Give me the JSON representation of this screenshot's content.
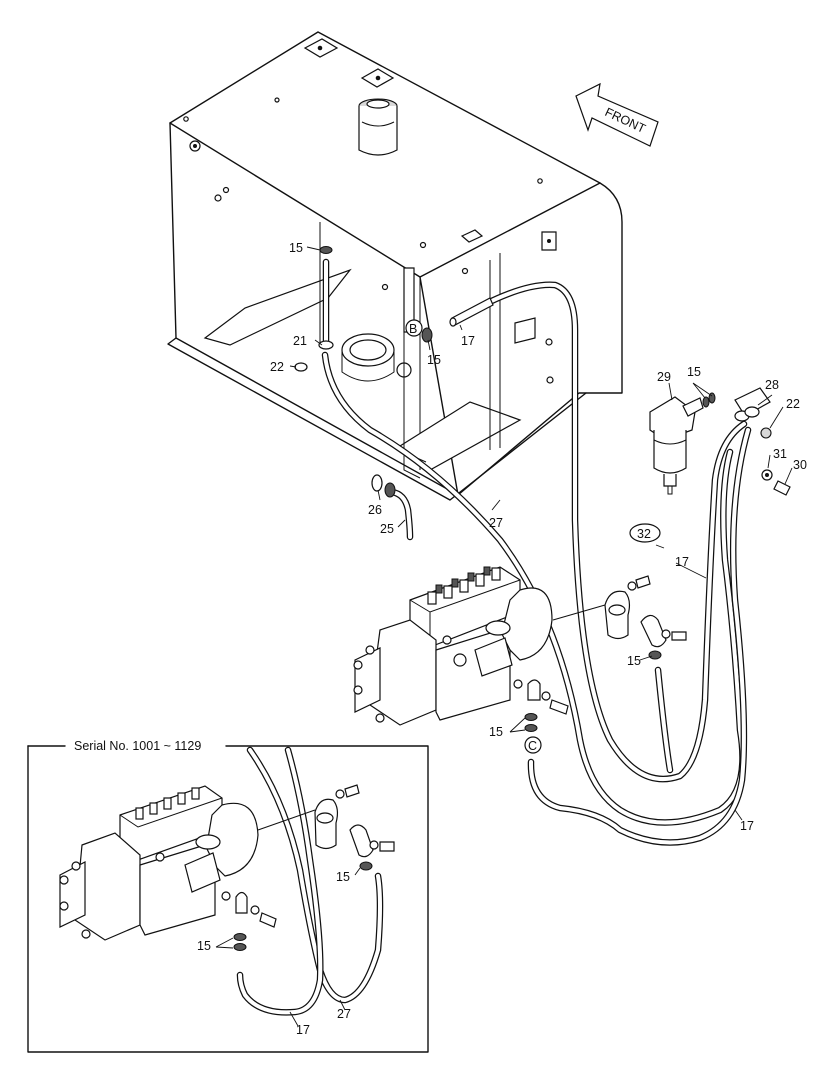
{
  "inset": {
    "title": "Serial No. 1001 ~ 1129"
  },
  "direction": {
    "label": "FRONT"
  },
  "callouts_circled": [
    "B",
    "C"
  ],
  "callout_oval": "32",
  "labels": {
    "l15a": "15",
    "l15b": "15",
    "l15c": "15",
    "l15d": "15",
    "l15e": "15",
    "l15f": "15",
    "l15g": "15",
    "l17a": "17",
    "l17b": "17",
    "l17c": "17",
    "l17d": "17",
    "l21": "21",
    "l22a": "22",
    "l22b": "22",
    "l25": "25",
    "l26": "26",
    "l27a": "27",
    "l27b": "27",
    "l28": "28",
    "l29": "29",
    "l30": "30",
    "l31": "31"
  }
}
